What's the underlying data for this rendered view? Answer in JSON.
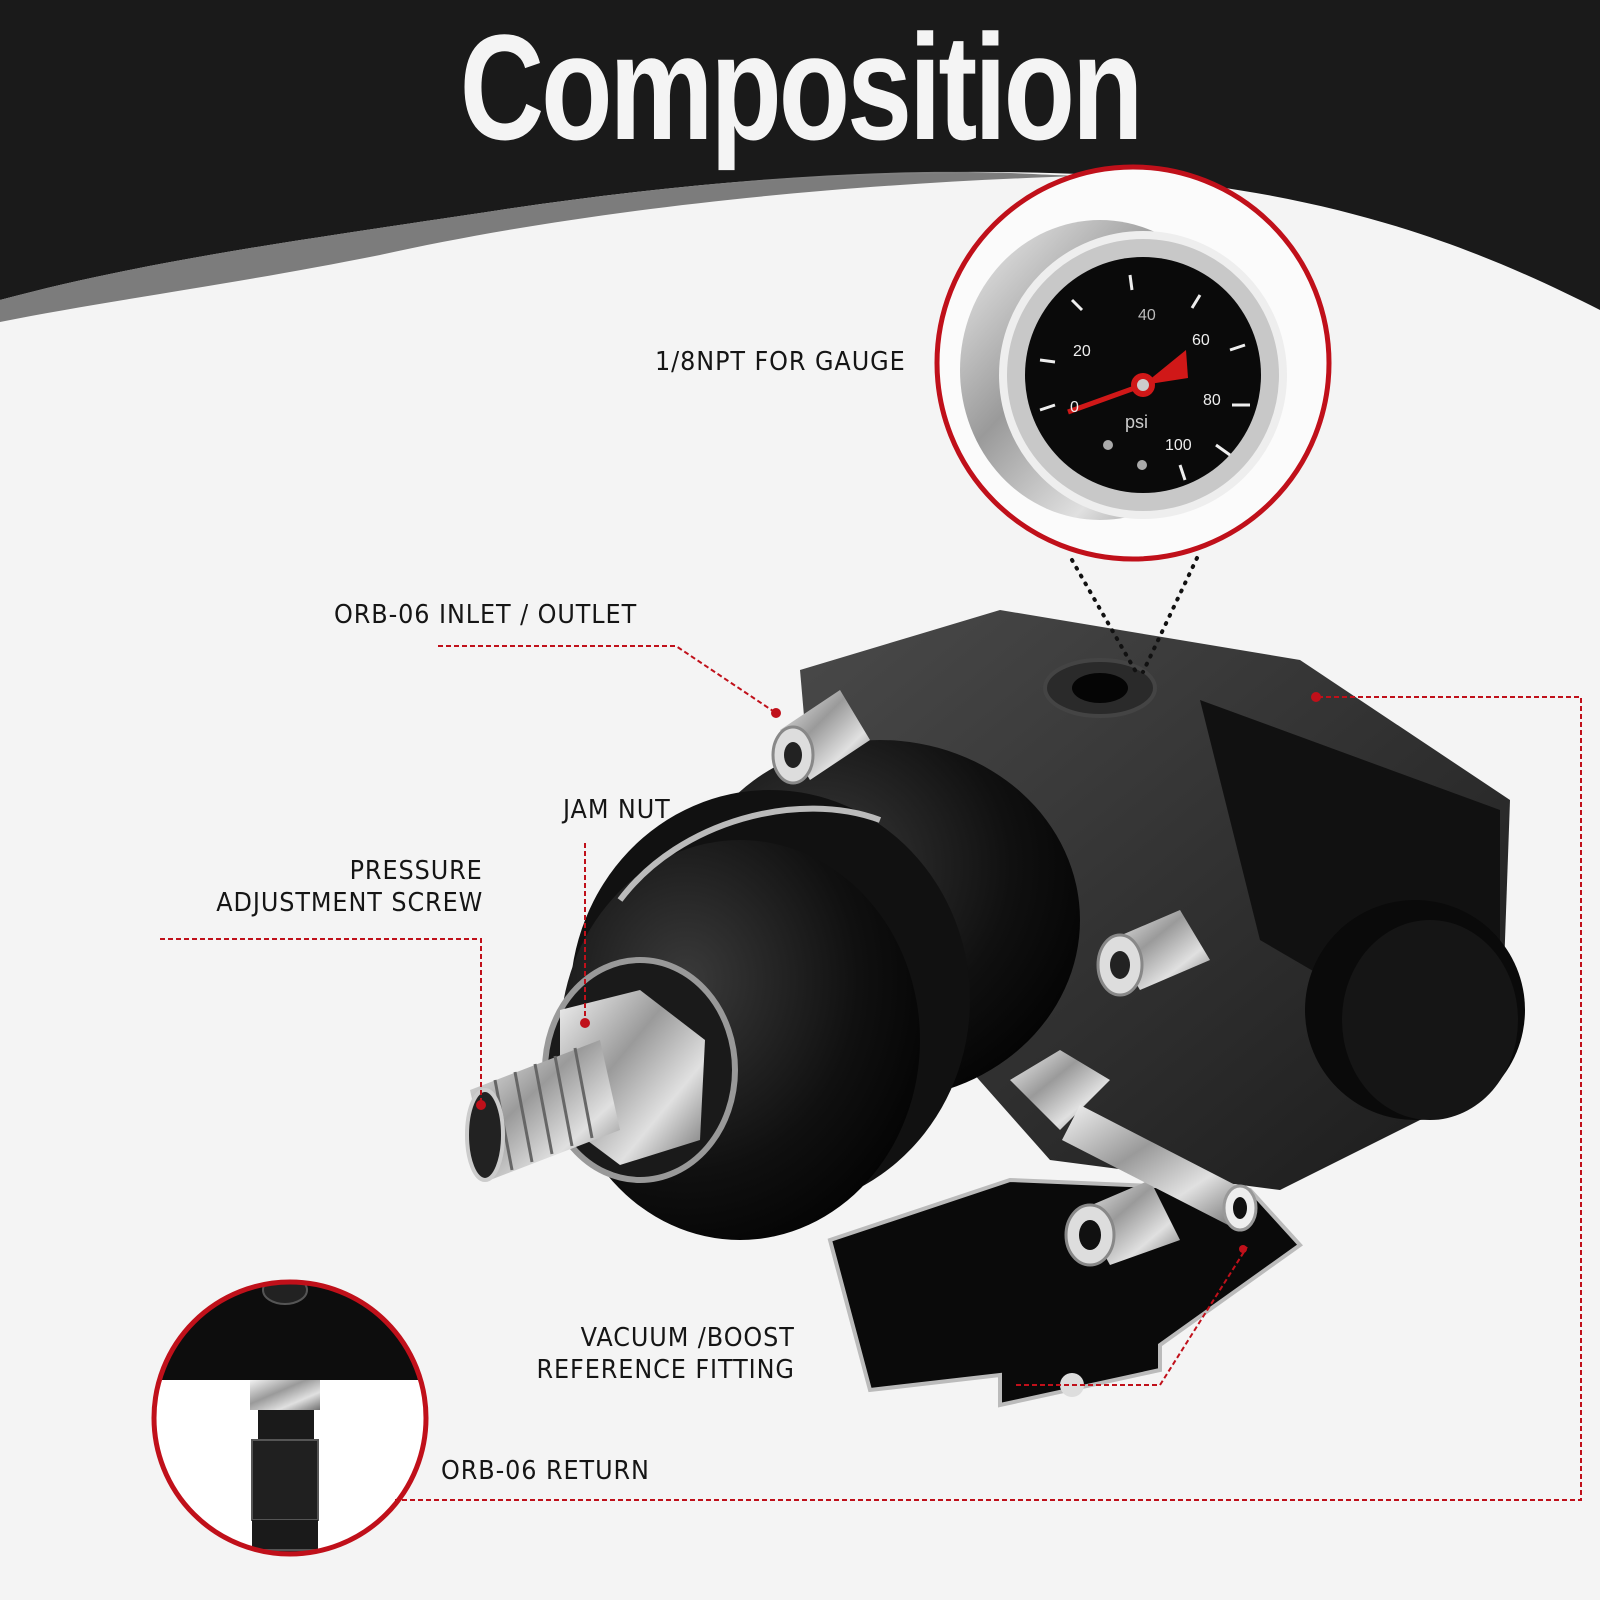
{
  "header": {
    "title": "Composition",
    "background_color": "#1a1a1a",
    "wave_gray": "#808080"
  },
  "accent_color": "#c0101a",
  "callouts": [
    {
      "id": "gauge-port",
      "label": "1/8NPT FOR GAUGE"
    },
    {
      "id": "inlet-outlet",
      "label": "ORB-06 INLET / OUTLET"
    },
    {
      "id": "jam-nut",
      "label": "JAM NUT"
    },
    {
      "id": "pressure-screw",
      "line1": "PRESSURE",
      "line2": "ADJUSTMENT SCREW"
    },
    {
      "id": "vacuum-fitting",
      "line1": "VACUUM /BOOST",
      "line2": "REFERENCE FITTING"
    },
    {
      "id": "return",
      "label": "ORB-06 RETURN"
    }
  ],
  "gauge": {
    "unit": "psi",
    "ticks": [
      "0",
      "20",
      "40",
      "60",
      "80",
      "100"
    ]
  }
}
